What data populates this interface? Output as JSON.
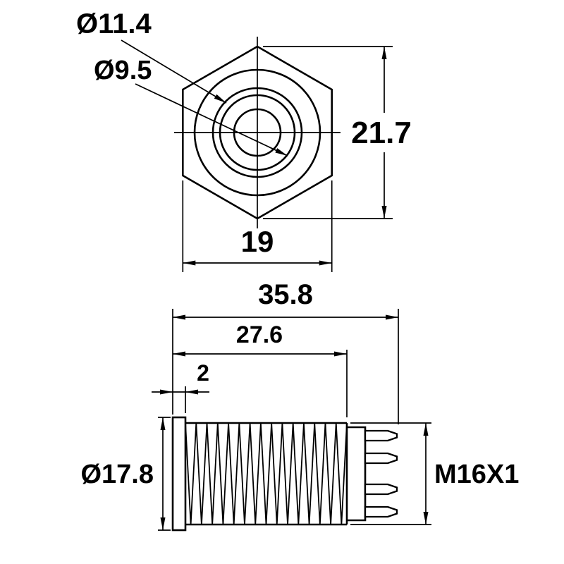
{
  "colors": {
    "ink": "#000000",
    "background": "#ffffff"
  },
  "top_view": {
    "led_ring_outer_dia": "Ø11.4",
    "led_ring_inner_dia": "Ø9.5",
    "height_across_corners": "21.7",
    "width_across_flats": "19"
  },
  "side_view": {
    "overall_length": "35.8",
    "thread_length": "27.6",
    "head_thickness": "2",
    "head_dia": "Ø17.8",
    "thread_spec": "M16X1"
  }
}
